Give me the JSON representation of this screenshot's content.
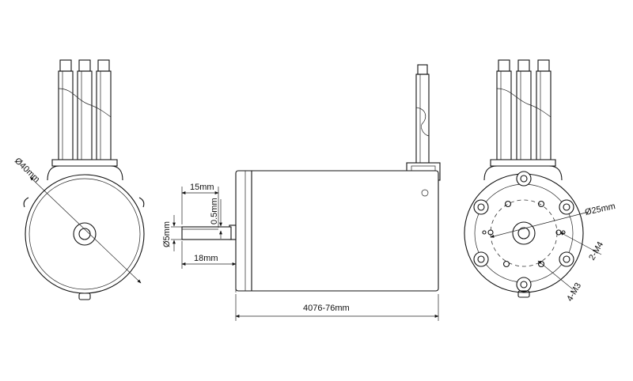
{
  "colors": {
    "line": "#111111",
    "background": "#ffffff"
  },
  "labels": {
    "diameter_body": "Ø40mm",
    "shaft_length": "15mm",
    "flat_depth": "0.5mm",
    "shaft_diameter": "Ø5mm",
    "shaft_total": "18mm",
    "body_length": "4076-76mm",
    "bolt_circle": "Ø25mm",
    "thread_m4": "2-M4",
    "thread_m3": "4-M3"
  }
}
